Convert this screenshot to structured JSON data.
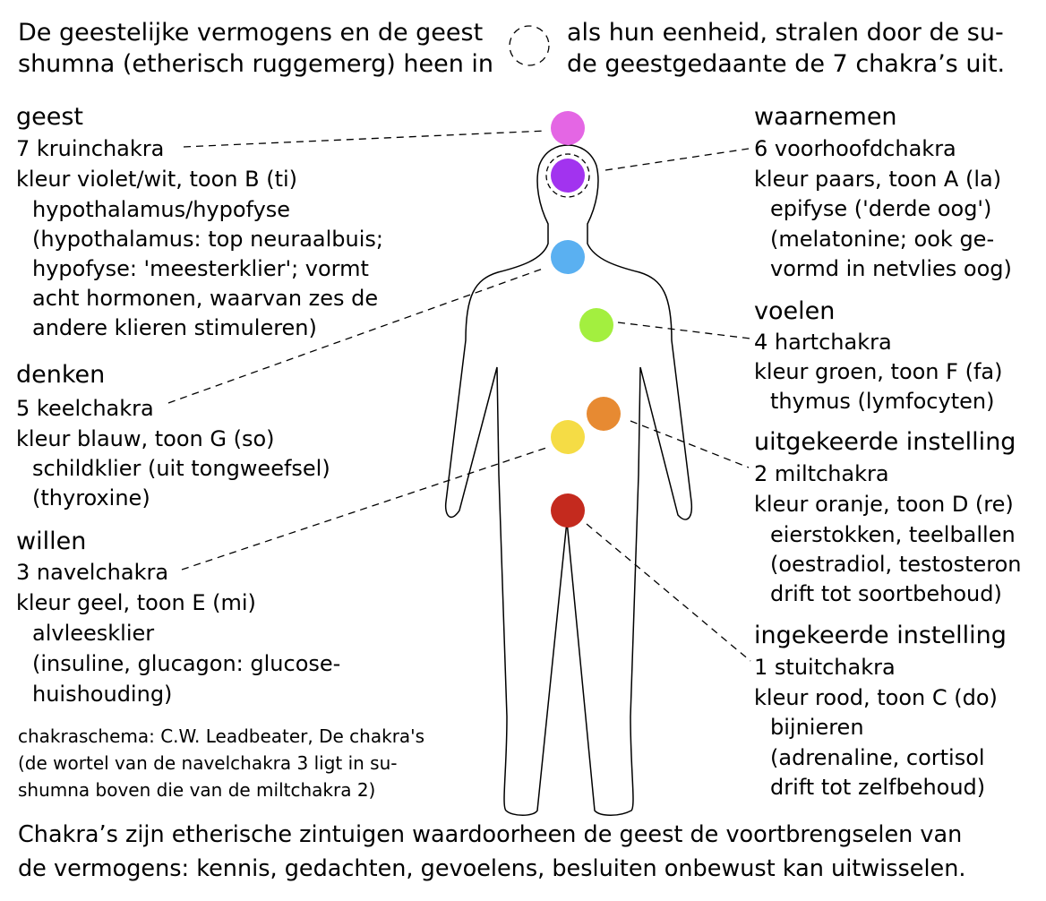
{
  "header": {
    "left_lines": [
      "De geestelijke vermogens en de geest",
      "shumna (etherisch ruggemerg) heen in"
    ],
    "right_lines": [
      "als hun eenheid, stralen door de su-",
      "de geestgedaante de 7 chakra’s uit."
    ]
  },
  "left_blocks": [
    {
      "heading": "geest",
      "lines": [
        "7 kruinchakra",
        "kleur violet/wit, toon B (ti)"
      ],
      "indented": [
        "hypothalamus/hypofyse",
        "(hypothalamus: top neuraalbuis;",
        "hypofyse: 'meesterklier'; vormt",
        "acht hormonen, waarvan zes de",
        "andere klieren stimuleren)"
      ]
    },
    {
      "heading": "denken",
      "lines": [
        "5 keelchakra",
        "kleur blauw, toon G (so)"
      ],
      "indented": [
        "schildklier (uit tongweefsel)",
        "(thyroxine)"
      ]
    },
    {
      "heading": "willen",
      "lines": [
        "3 navelchakra",
        "kleur geel, toon E (mi)"
      ],
      "indented": [
        "alvleesklier",
        "(insuline, glucagon: glucose-",
        " huishouding)"
      ]
    }
  ],
  "right_blocks": [
    {
      "heading": "waarnemen",
      "lines": [
        "6 voorhoofdchakra",
        "kleur paars, toon A (la)"
      ],
      "indented": [
        "epifyse ('derde oog')",
        "(melatonine; ook ge-",
        "vormd in netvlies oog)"
      ]
    },
    {
      "heading": "voelen",
      "lines": [
        "4 hartchakra",
        "kleur groen, toon F (fa)"
      ],
      "indented": [
        "thymus (lymfocyten)"
      ]
    },
    {
      "heading": "uitgekeerde instelling",
      "lines": [
        "2 miltchakra",
        "kleur oranje, toon D (re)"
      ],
      "indented": [
        "eierstokken, teelballen",
        "(oestradiol, testosteron",
        "drift tot soortbehoud)"
      ]
    },
    {
      "heading": "ingekeerde instelling",
      "lines": [
        "1 stuitchakra",
        "kleur rood, toon C (do)"
      ],
      "indented": [
        "bijnieren",
        "(adrenaline, cortisol",
        "drift tot zelfbehoud)"
      ]
    }
  ],
  "note_lines": [
    "chakraschema: C.W. Leadbeater, De chakra's",
    "(de wortel van de navelchakra 3 ligt in su-",
    "shumna boven die van de miltchakra 2)"
  ],
  "footer_lines": [
    "Chakra’s zijn etherische zintuigen waardoorheen de geest de voortbrengselen van",
    "de vermogens: kennis, gedachten, gevoelens, besluiten onbewust kan uitwisselen."
  ],
  "chakras": [
    {
      "id": "crown",
      "number": 7,
      "color": "#e466e4"
    },
    {
      "id": "third-eye",
      "number": 6,
      "color": "#a233ef"
    },
    {
      "id": "throat",
      "number": 5,
      "color": "#5ab0f1"
    },
    {
      "id": "heart",
      "number": 4,
      "color": "#a3ef3f"
    },
    {
      "id": "spleen",
      "number": 2,
      "color": "#e78a32"
    },
    {
      "id": "solar-plexus",
      "number": 3,
      "color": "#f5dc45"
    },
    {
      "id": "root",
      "number": 1,
      "color": "#c42a1e"
    }
  ]
}
